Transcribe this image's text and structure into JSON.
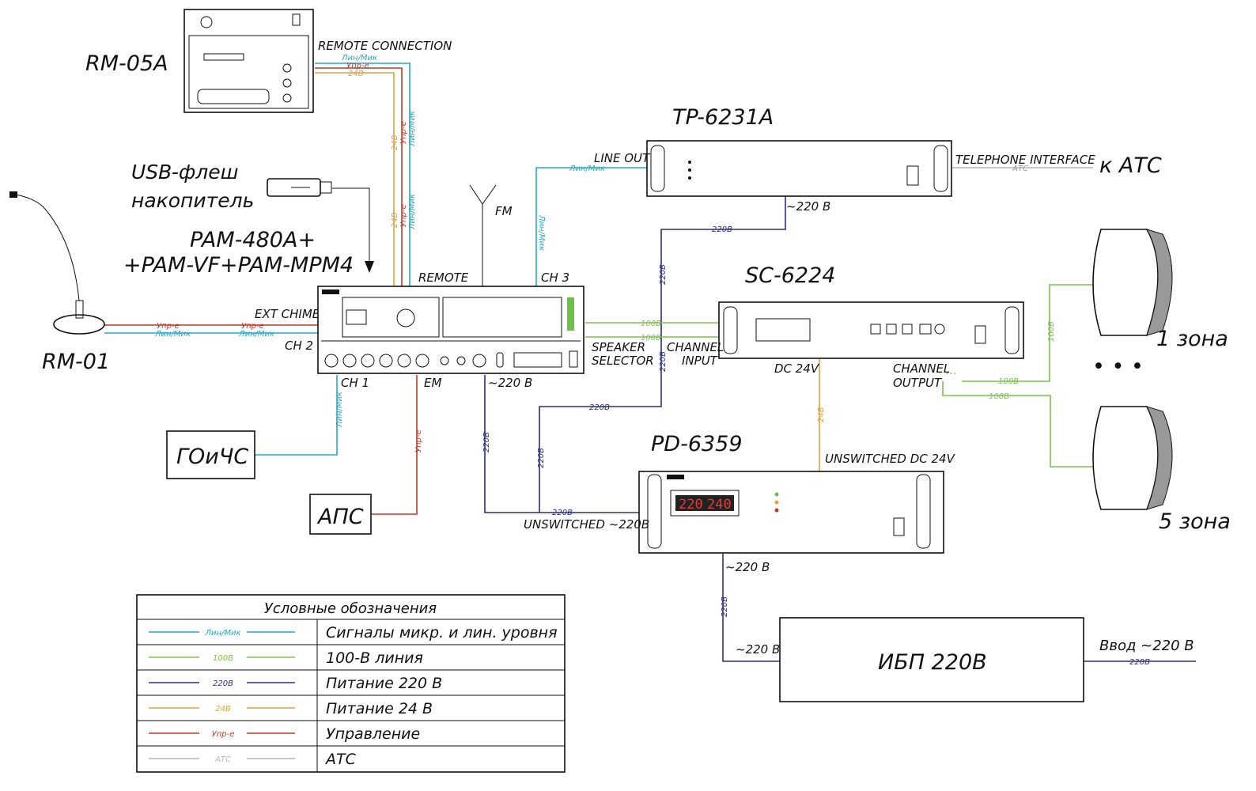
{
  "colors": {
    "lin_mic": "#29a9c4",
    "line100": "#7fbf4d",
    "power220": "#2b2f7a",
    "power24": "#d9a441",
    "control": "#c0392b",
    "ats": "#b5b5b5"
  },
  "devices": {
    "rm05a": "RM-05A",
    "tp6231a": "TP-6231A",
    "sc6224": "SC-6224",
    "pd6359": "PD-6359",
    "rm01": "RM-01",
    "pam_line1": "PAM-480A+",
    "pam_line2": "+PAM-VF+PAM-MPM4",
    "usb_line1": "USB-флеш",
    "usb_line2": "накопитель",
    "ups": "ИБП 220В",
    "goichs": "ГОиЧС",
    "aps": "АПС",
    "to_ats": "к АТС",
    "zone1": "1 зона",
    "zone5": "5 зона",
    "ellipsis": "• • •"
  },
  "ports": {
    "remote_connection": "REMOTE CONNECTION",
    "line_out": "LINE OUT",
    "telephone_interface": "TELEPHONE INTERFACE",
    "remote": "REMOTE",
    "ch3": "CH 3",
    "ext_chime": "EXT CHIME",
    "ch2": "CH 2",
    "ch1": "CH 1",
    "em": "EM",
    "fm": "FM",
    "speaker_selector_1": "SPEAKER",
    "speaker_selector_2": "SELECTOR",
    "channel_input_1": "CHANNEL",
    "channel_input_2": "INPUT",
    "dc24v": "DC 24V",
    "channel_output_1": "CHANNEL",
    "channel_output_2": "OUTPUT",
    "channel_output_dots": "...",
    "unswitched_dc": "UNSWITCHED DC 24V",
    "unswitched_ac": "UNSWITCHED ~220B",
    "ac220_tp": "~220 B",
    "ac220_pam": "~220 B",
    "ac220_pd": "~220 B",
    "ac220_ups": "~220 B",
    "input_220": "Ввод ~220 В"
  },
  "wire_labels": {
    "lin_mic": "Лин/Мик",
    "upr": "Упр-е",
    "v24": "24В",
    "v220": "220В",
    "v100": "100В",
    "ats": "АТС"
  },
  "legend": {
    "title": "Условные обозначения",
    "rows": [
      {
        "line_label": "Лин/Мик",
        "color": "#29a9c4",
        "description": "Сигналы микр. и лин. уровня"
      },
      {
        "line_label": "100В",
        "color": "#7fbf4d",
        "description": "100-В линия"
      },
      {
        "line_label": "220В",
        "color": "#2b2f7a",
        "description": "Питание 220 В"
      },
      {
        "line_label": "24В",
        "color": "#d9a441",
        "description": "Питание 24 В"
      },
      {
        "line_label": "Упр-е",
        "color": "#c0392b",
        "description": "Управление"
      },
      {
        "line_label": "АТС",
        "color": "#b5b5b5",
        "description": "АТС"
      }
    ]
  },
  "panel_text": {
    "pd_display_left": "220",
    "pd_display_right": "240"
  }
}
